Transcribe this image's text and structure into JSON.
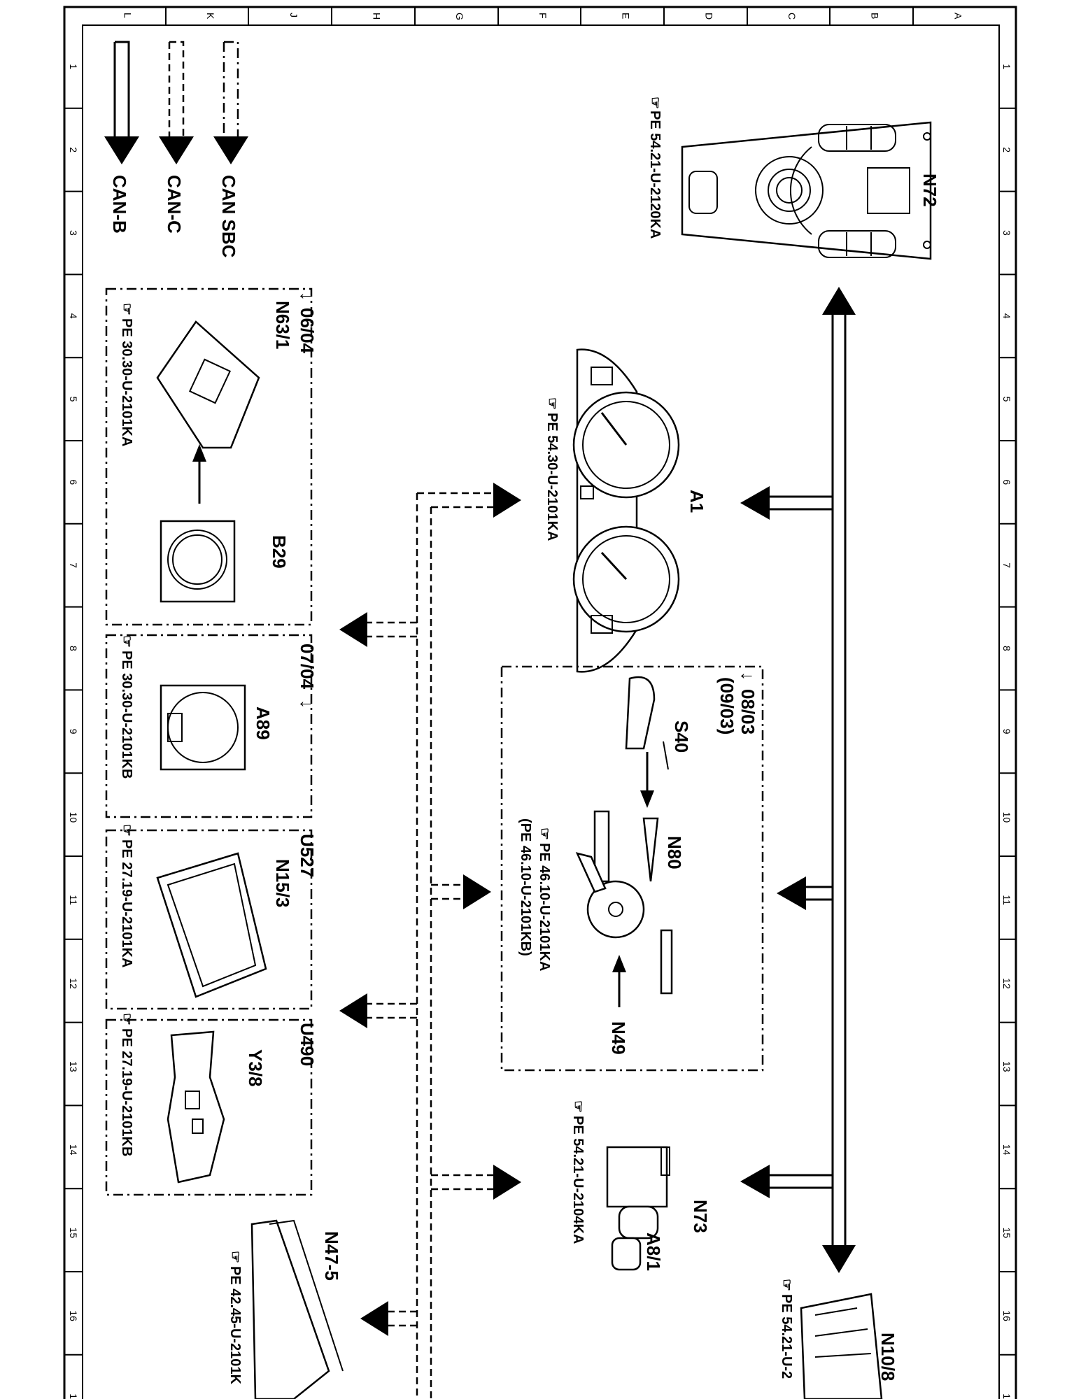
{
  "frame": {
    "col_letters": [
      "L",
      "K",
      "J",
      "H",
      "G",
      "F",
      "E",
      "D",
      "C",
      "B",
      "A"
    ],
    "row_numbers": [
      "1",
      "2",
      "3",
      "4",
      "5",
      "6",
      "7",
      "8",
      "9",
      "10",
      "11",
      "12",
      "13",
      "14",
      "15",
      "16",
      "1"
    ]
  },
  "legend": {
    "can_sbc": "CAN SBC",
    "can_c": "CAN-C",
    "can_b": "CAN-B"
  },
  "components": {
    "n72": {
      "label": "N72",
      "ref": "PE 54.21-U-2120KA"
    },
    "a1": {
      "label": "A1",
      "ref": "PE 54.30-U-2101KA"
    },
    "n80_group": {
      "date": "08/03",
      "date_note": "(09/03)",
      "s40": "S40",
      "n80": "N80",
      "n49": "N49",
      "ref1": "PE 46.10-U-2101KA",
      "ref2": "(PE 46.10-U-2101KB)"
    },
    "n73": {
      "label": "N73",
      "sub": "A8/1",
      "ref": "PE 54.21-U-2104KA"
    },
    "n10": {
      "label": "N10/8",
      "ref": "PE 54.21-U-2"
    },
    "n63_group": {
      "date": "06/04",
      "label": "N63/1",
      "sub": "B29",
      "ref": "PE 30.30-U-2101KA"
    },
    "a89_group": {
      "date": "07/04",
      "label": "A89",
      "ref": "PE 30.30-U-2101KB"
    },
    "n15_group": {
      "code": "U527",
      "label": "N15/3",
      "ref": "PE 27.19-U-2101KA"
    },
    "y3_group": {
      "code": "U490",
      "label": "Y3/8",
      "ref": "PE 27.19-U-2101KB"
    },
    "n47": {
      "label": "N47-5",
      "ref": "PE 42.45-U-2101K"
    }
  }
}
